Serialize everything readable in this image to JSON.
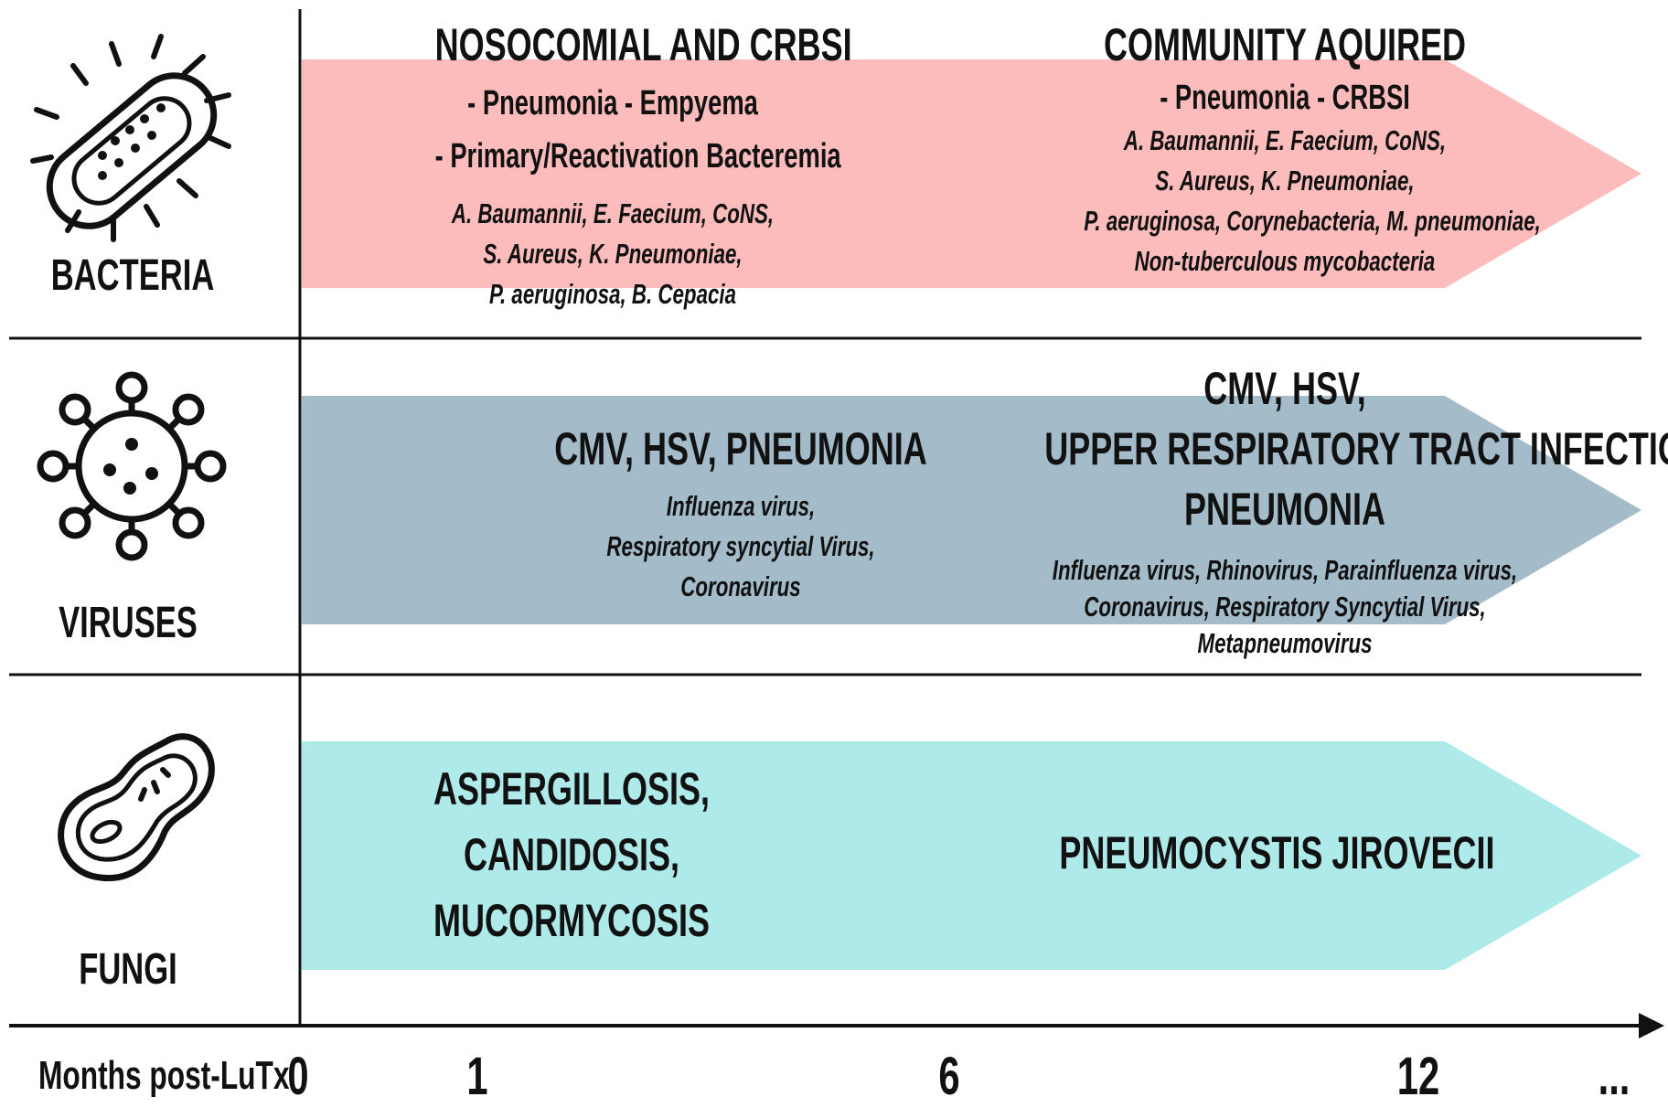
{
  "colors": {
    "bacteria_band": "#FDBCBC",
    "viruses_band": "#A4BCC9",
    "fungi_band": "#AEEAEA",
    "line": "#111111",
    "text": "#111111"
  },
  "rows": {
    "bacteria": {
      "label": "BACTERIA",
      "icon": "bacterium-icon",
      "early": {
        "heading": "NOSOCOMIAL AND CRBSI",
        "sub_lines": [
          "- Pneumonia - Empyema",
          "- Primary/Reactivation Bacteremia"
        ],
        "organisms": [
          "A. Baumannii, E. Faecium, CoNS,",
          "S. Aureus, K. Pneumoniae,",
          "P. aeruginosa, B. Cepacia"
        ]
      },
      "late": {
        "heading": "COMMUNITY AQUIRED",
        "sub_lines": [
          "- Pneumonia - CRBSI"
        ],
        "organisms": [
          "A. Baumannii, E. Faecium, CoNS,",
          "S. Aureus, K. Pneumoniae,",
          "P. aeruginosa, Corynebacteria, M. pneumoniae,",
          "Non-tuberculous mycobacteria"
        ]
      }
    },
    "viruses": {
      "label": "VIRUSES",
      "icon": "virus-icon",
      "early": {
        "heading": "CMV, HSV, PNEUMONIA",
        "organisms": [
          "Influenza virus,",
          "Respiratory syncytial Virus,",
          "Coronavirus"
        ]
      },
      "late": {
        "heading_lines": [
          "CMV, HSV,",
          "UPPER RESPIRATORY TRACT INFECTIONS,",
          "PNEUMONIA"
        ],
        "organisms": [
          "Influenza virus, Rhinovirus, Parainfluenza virus,",
          "Coronavirus, Respiratory Syncytial Virus,",
          "Metapneumovirus"
        ]
      }
    },
    "fungi": {
      "label": "FUNGI",
      "icon": "fungus-cell-icon",
      "early": {
        "heading_lines": [
          "ASPERGILLOSIS,",
          "CANDIDOSIS,",
          "MUCORMYCOSIS"
        ]
      },
      "late": {
        "heading": "PNEUMOCYSTIS JIROVECII"
      }
    }
  },
  "axis": {
    "label": "Months post-LuTx",
    "ticks": [
      "0",
      "1",
      "6",
      "12",
      "..."
    ]
  }
}
